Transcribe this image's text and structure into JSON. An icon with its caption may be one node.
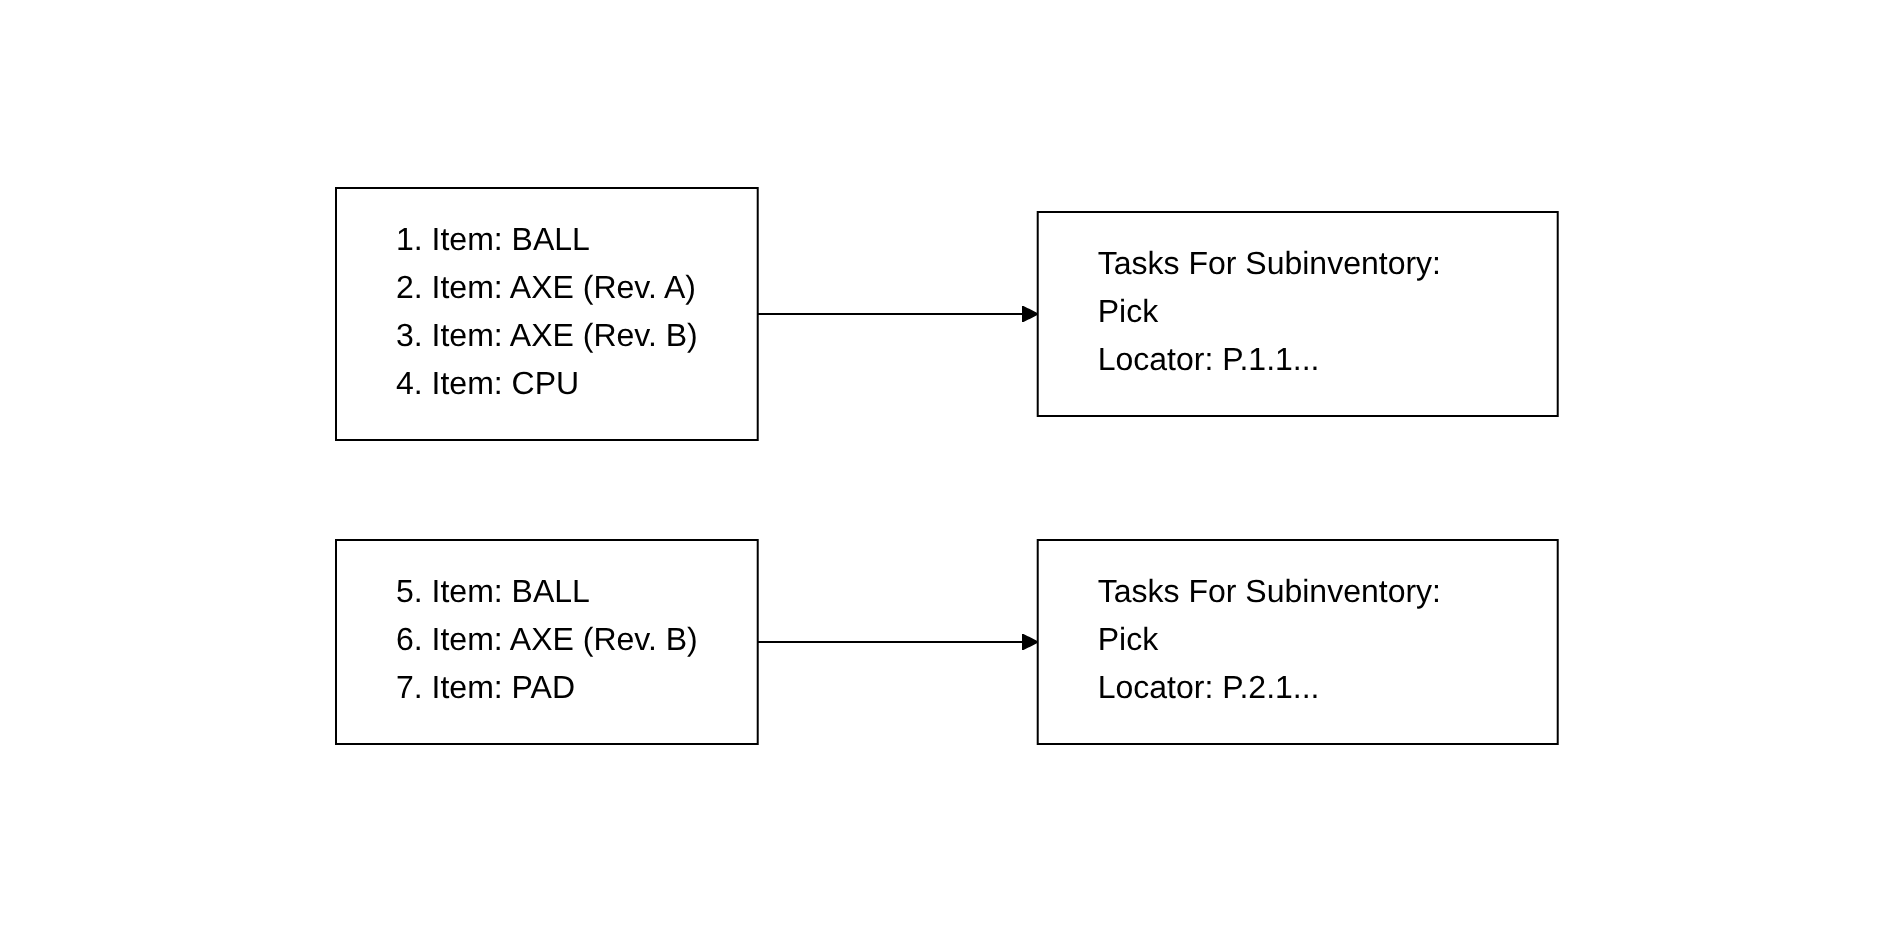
{
  "diagram": {
    "nodes": [
      {
        "text": [
          "1. Item: BALL",
          "2. Item: AXE (Rev. A)",
          "3. Item: AXE (Rev. B)",
          "4. Item: CPU"
        ]
      },
      {
        "text": [
          "Tasks For Subinventory: Pick",
          "Locator: P.1.1..."
        ]
      },
      {
        "text": [
          "5. Item: BALL",
          "6. Item: AXE (Rev. B)",
          "7. Item: PAD"
        ]
      },
      {
        "text": [
          "Tasks For Subinventory: Pick",
          "Locator: P.2.1..."
        ]
      }
    ],
    "edges": [
      {
        "from": 0,
        "to": 1,
        "arrow": "to"
      },
      {
        "from": 2,
        "to": 3,
        "arrow": "to"
      }
    ]
  }
}
